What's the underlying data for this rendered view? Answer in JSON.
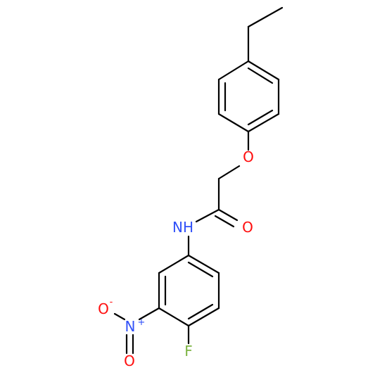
{
  "colors": {
    "bond": "#000000",
    "oxygen": "#ff0d0d",
    "nitrogen": "#3050f8",
    "fluorine": "#7cb342"
  },
  "atoms": {
    "ether_oxygen": "O",
    "carbonyl_oxygen": "O",
    "amide_nitrogen": "NH",
    "nitro_nitrogen": "N",
    "nitro_nitrogen_charge": "+",
    "nitro_oxygen_anionic": "O",
    "nitro_oxygen_anionic_charge": "-",
    "nitro_oxygen_double": "O",
    "fluorine": "F"
  }
}
